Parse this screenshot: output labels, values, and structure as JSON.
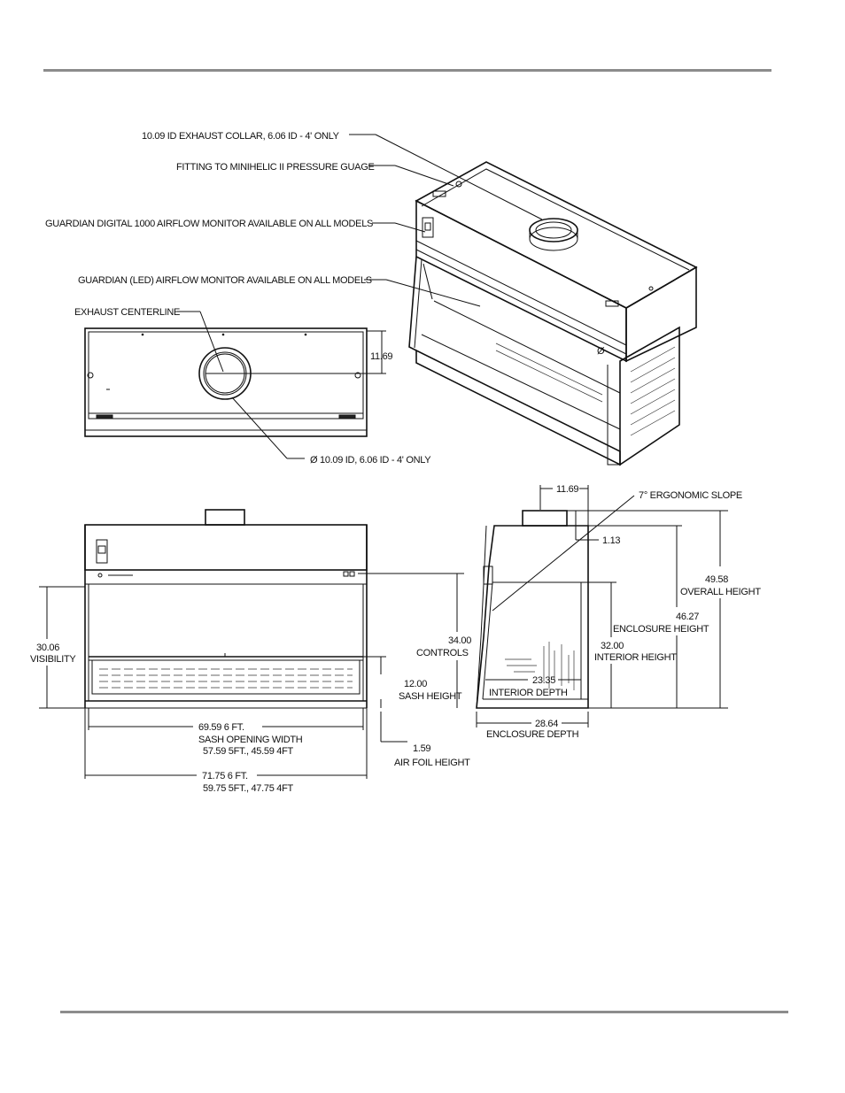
{
  "labels": {
    "exhaust_collar": "10.09 ID EXHAUST COLLAR, 6.06 ID - 4' ONLY",
    "fitting": "FITTING TO MINIHELIC II PRESSURE GUAGE",
    "guardian_digital": "GUARDIAN DIGITAL 1000 AIRFLOW MONITOR AVAILABLE ON ALL MODELS",
    "guardian_led": "GUARDIAN (LED) AIRFLOW MONITOR AVAILABLE ON ALL MODELS",
    "exhaust_centerline": "EXHAUST CENTERLINE",
    "dim_top_11_69": "11.69",
    "diameter": "Ø 10.09  ID, 6.06 ID - 4' ONLY",
    "side_11_69": "11.69",
    "ergonomic_slope": "7° ERGONOMIC SLOPE",
    "dim_1_13": "1.13",
    "overall_height_value": "49.58",
    "overall_height_label": "OVERALL HEIGHT",
    "enclosure_height_value": "46.27",
    "enclosure_height_label": "ENCLOSURE HEIGHT",
    "controls_value": "34.00",
    "controls_label": "CONTROLS",
    "interior_height_value": "32.00",
    "interior_height_label": "INTERIOR HEIGHT",
    "visibility_value": "30.06",
    "visibility_label": "VISIBILITY",
    "sash_height_value": "12.00",
    "sash_height_label": "SASH HEIGHT",
    "interior_depth_value": "23.35",
    "interior_depth_label": "INTERIOR DEPTH",
    "enclosure_depth_value": "28.64",
    "enclosure_depth_label": "ENCLOSURE DEPTH",
    "sash_width_line1": "69.59  6 FT.",
    "sash_width_line2": "SASH OPENING WIDTH",
    "sash_width_line3": "57.59 5FT., 45.59 4FT",
    "airfoil_value": "1.59",
    "airfoil_label": "AIR FOIL HEIGHT",
    "overall_width_line1": "71.75 6 FT.",
    "overall_width_line2": "59.75 5FT., 47.75 4FT"
  }
}
